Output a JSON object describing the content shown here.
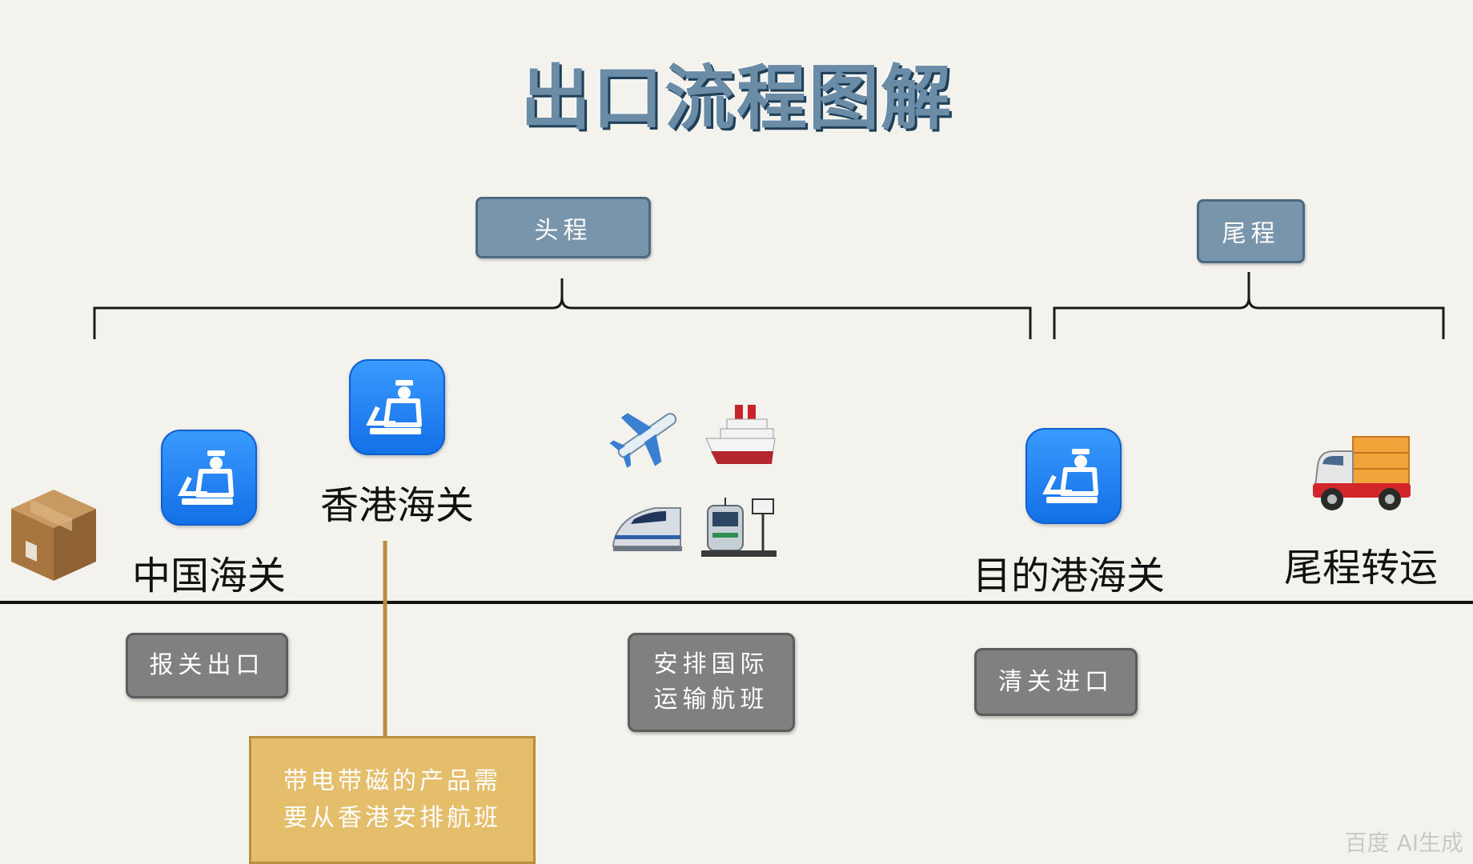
{
  "title": "出口流程图解",
  "phases": {
    "head": "头程",
    "tail": "尾程"
  },
  "stages": {
    "china_customs": "中国海关",
    "hk_customs": "香港海关",
    "dest_customs": "目的港海关",
    "tail_transfer": "尾程转运"
  },
  "steps": {
    "declare": "报关出口",
    "flight_line1": "安排国际",
    "flight_line2": "运输航班",
    "clearance": "清关进口"
  },
  "note": {
    "line1": "带电带磁的产品需",
    "line2": "要从香港安排航班"
  },
  "watermark": "百度 AI生成",
  "icons": [
    "package-icon",
    "customs-officer-icon",
    "airplane-icon",
    "ship-icon",
    "high-speed-train-icon",
    "tram-icon",
    "truck-icon"
  ],
  "colors": {
    "title": "#6a8ca6",
    "phase_box": "#7895ab",
    "customs_icon": "#1f7ef0",
    "step_box": "#808080",
    "note_box": "#e5be6c",
    "connector": "#b88f3d"
  }
}
